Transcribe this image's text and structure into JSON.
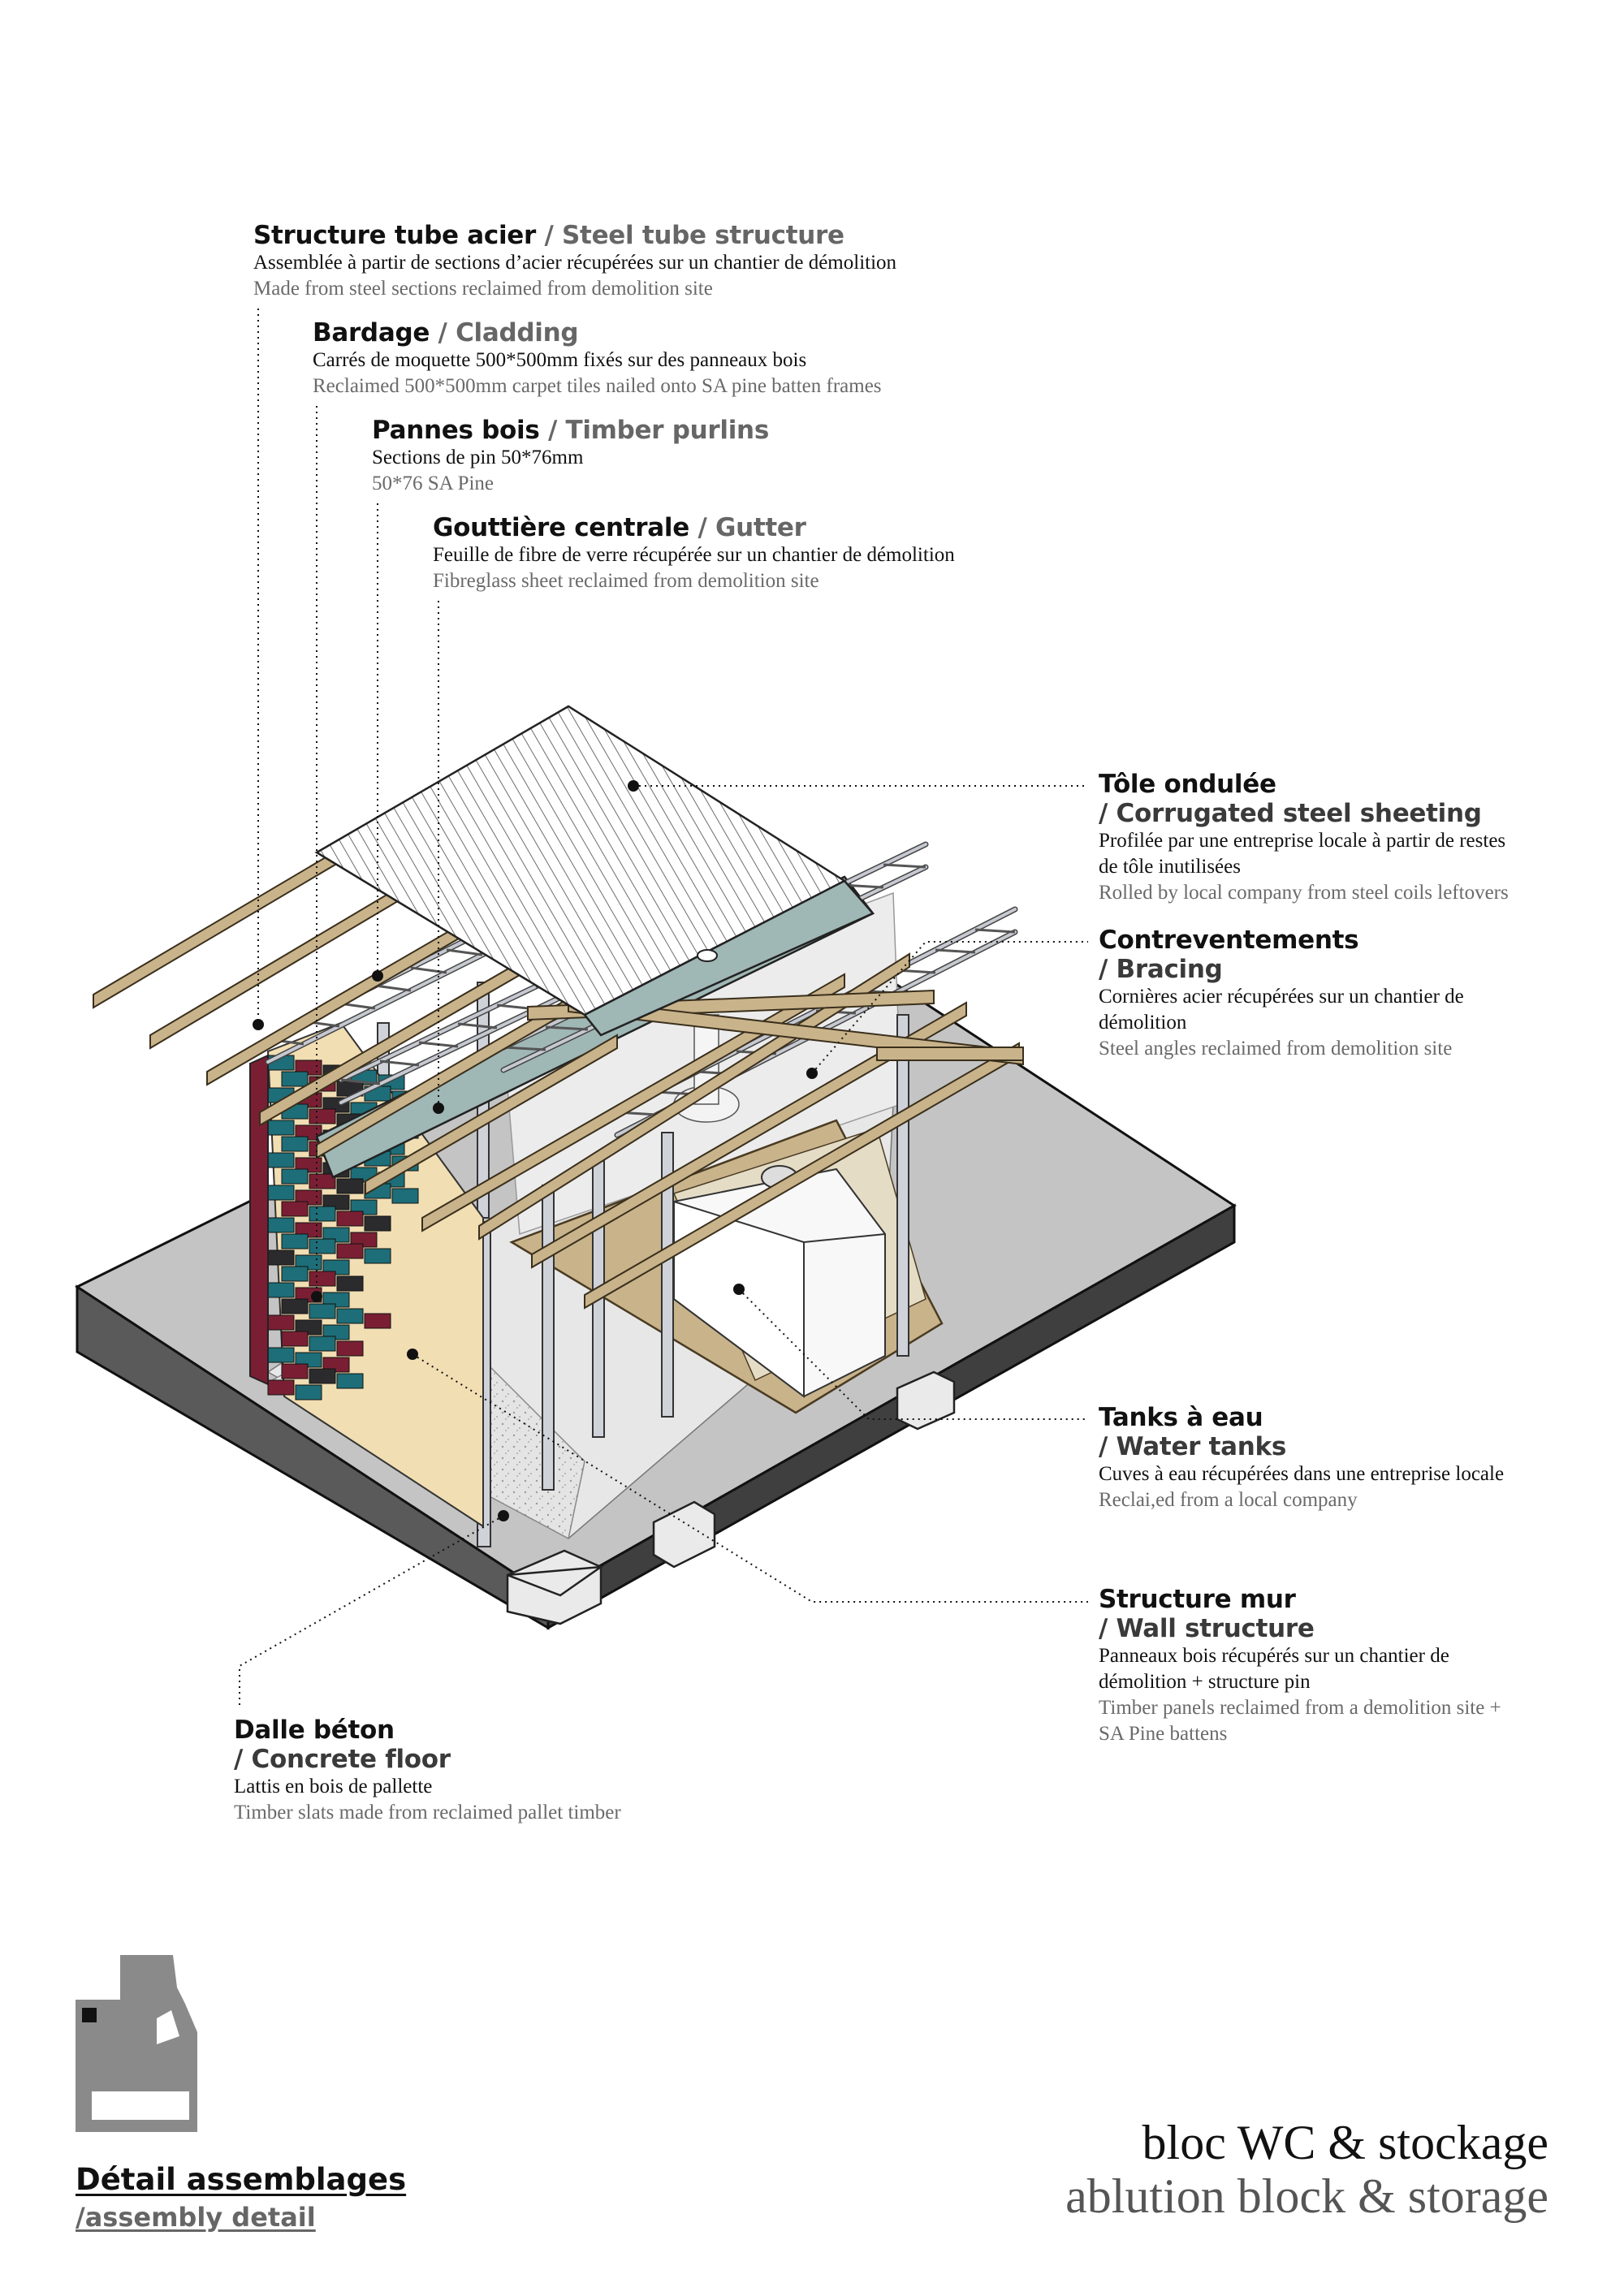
{
  "labels": {
    "steel": {
      "title_fr": "Structure tube acier",
      "title_en": " / Steel tube structure",
      "desc_fr": "Assemblée à partir de sections d’acier récupérées sur un chantier de démolition",
      "desc_en": "Made from steel sections reclaimed from demolition site"
    },
    "cladding": {
      "title_fr": "Bardage",
      "title_en": " / Cladding",
      "desc_fr": "Carrés de moquette 500*500mm fixés sur des panneaux bois",
      "desc_en": "Reclaimed 500*500mm carpet tiles nailed onto SA pine batten frames"
    },
    "purlins": {
      "title_fr": "Pannes bois",
      "title_en": " / Timber purlins",
      "desc_fr": "Sections de pin 50*76mm",
      "desc_en": "50*76 SA Pine"
    },
    "gutter": {
      "title_fr": "Gouttière centrale",
      "title_en": " / Gutter",
      "desc_fr": "Feuille de fibre de verre récupérée sur un chantier de démolition",
      "desc_en": "Fibreglass sheet reclaimed from demolition site"
    },
    "sheeting": {
      "title_fr": "Tôle ondulée",
      "title_en": "/ Corrugated steel sheeting",
      "desc_fr_1": "Profilée par une entreprise locale à partir de restes",
      "desc_fr_2": "de tôle inutilisées",
      "desc_en": "Rolled by local company from steel coils leftovers"
    },
    "bracing": {
      "title_fr": "Contreventements",
      "title_en": "/ Bracing",
      "desc_fr_1": "Cornières acier récupérées sur un chantier de",
      "desc_fr_2": "démolition",
      "desc_en": "Steel angles reclaimed from demolition site"
    },
    "tanks": {
      "title_fr": "Tanks à eau",
      "title_en": "/ Water tanks",
      "desc_fr": "Cuves à eau récupérées dans une entreprise locale",
      "desc_en": "Reclai,ed from a local company"
    },
    "wall": {
      "title_fr": "Structure mur",
      "title_en": "/ Wall structure",
      "desc_fr_1": "Panneaux bois récupérés sur un chantier de",
      "desc_fr_2": "démolition + structure pin",
      "desc_en_1": "Timber panels reclaimed from a demolition site +",
      "desc_en_2": "SA Pine battens"
    },
    "floor": {
      "title_fr": "Dalle béton",
      "title_en": "/ Concrete floor",
      "desc_fr": "Lattis en bois de pallette",
      "desc_en": "Timber slats made from reclaimed pallet timber"
    }
  },
  "footer": {
    "title": "Détail assemblages",
    "subtitle": "/assembly detail",
    "project_fr": "bloc WC & stockage",
    "project_en": "ablution block & storage"
  },
  "colors": {
    "timber": "#c9b38b",
    "steel": "#c6c9d1",
    "gutter": "#9fb7b5",
    "slab_side": "#4f4f4f",
    "slab_top": "#c8c8c8",
    "carpet_red": "#7a1f33",
    "carpet_teal": "#1d6e78",
    "carpet_dark": "#2b2b2e",
    "board": "#f1deb3",
    "keyplan": "#8a8a8a"
  }
}
